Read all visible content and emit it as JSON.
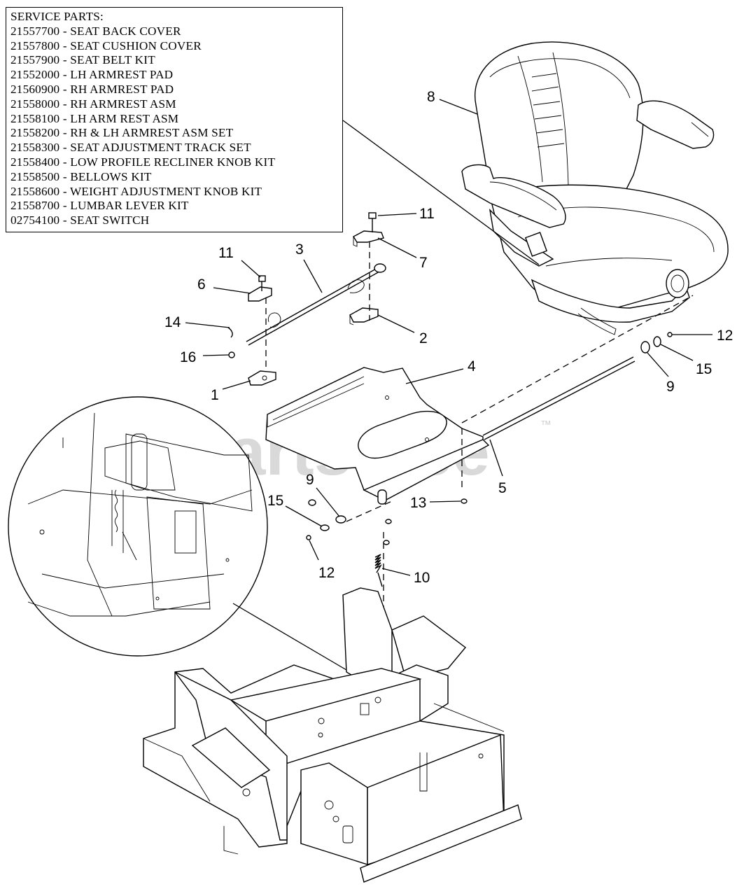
{
  "service_parts": {
    "heading": "SERVICE PARTS:",
    "items": [
      "21557700 - SEAT BACK COVER",
      "21557800 - SEAT CUSHION COVER",
      "21557900 - SEAT BELT KIT",
      "21552000 - LH ARMREST PAD",
      "21560900 - RH ARMREST PAD",
      "21558000 - RH ARMREST ASM",
      "21558100 - LH ARM REST ASM",
      "21558200 - RH & LH ARMREST ASM SET",
      "21558300 - SEAT ADJUSTMENT TRACK SET",
      "21558400 - LOW PROFILE RECLINER KNOB KIT",
      "21558500 - BELLOWS KIT",
      "21558600 - WEIGHT ADJUSTMENT KNOB KIT",
      "21558700 - LUMBAR LEVER KIT",
      "02754100 - SEAT SWITCH"
    ]
  },
  "callouts": {
    "c8": "8",
    "c11a": "11",
    "c7": "7",
    "c11b": "11",
    "c3": "3",
    "c6": "6",
    "c14": "14",
    "c2": "2",
    "c16": "16",
    "c4": "4",
    "c1": "1",
    "c12a": "12",
    "c15a": "15",
    "c9a": "9",
    "c5": "5",
    "c9b": "9",
    "c15b": "15",
    "c13": "13",
    "c12b": "12",
    "c10": "10"
  },
  "watermark": {
    "text": "PartsTree",
    "mark": "™"
  }
}
